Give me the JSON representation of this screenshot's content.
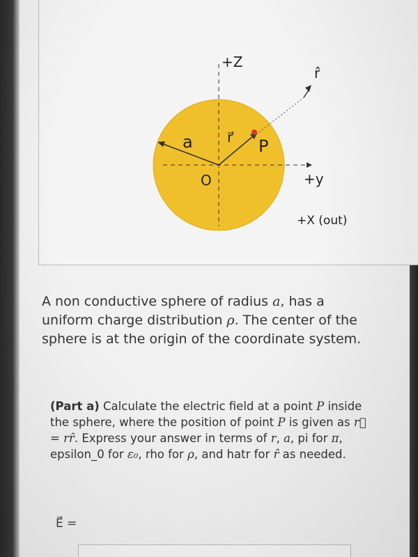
{
  "figure": {
    "axis_z_label": "+Z",
    "axis_y_label": "+y",
    "axis_x_label": "+X (out)",
    "origin_label": "O",
    "radius_label": "a",
    "r_vector_label": "r⃗",
    "point_label": "P",
    "r_hat_label": "r̂",
    "sphere_color": "#f2c12e",
    "point_color": "#d23a2a"
  },
  "problem": {
    "intro_1": "A non conductive sphere of radius ",
    "var_a": "a",
    "intro_2": ", has a uniform charge distribution ",
    "var_rho": "ρ",
    "intro_3": ". The center of the sphere is at the origin of the coordinate system."
  },
  "part_a": {
    "label": "(Part a)",
    "text_1": " Calculate the electric field at a point ",
    "var_P1": "P",
    "text_2": " inside the sphere, where the position of point ",
    "var_P2": "P",
    "text_3": " is given as ",
    "equation": "r⃗ = rr̂",
    "text_4": ". Express your answer in terms of ",
    "var_r": "r",
    "text_5": ", ",
    "var_a": "a",
    "text_6": ", pi for ",
    "var_pi": "π",
    "text_7": ", epsilon_0 for ",
    "var_eps": "ε₀",
    "text_8": ", rho for ",
    "var_rho": "ρ",
    "text_9": ", and hatr for ",
    "var_rhat": "r̂",
    "text_10": " as needed."
  },
  "answer": {
    "label": "E⃗ ="
  }
}
